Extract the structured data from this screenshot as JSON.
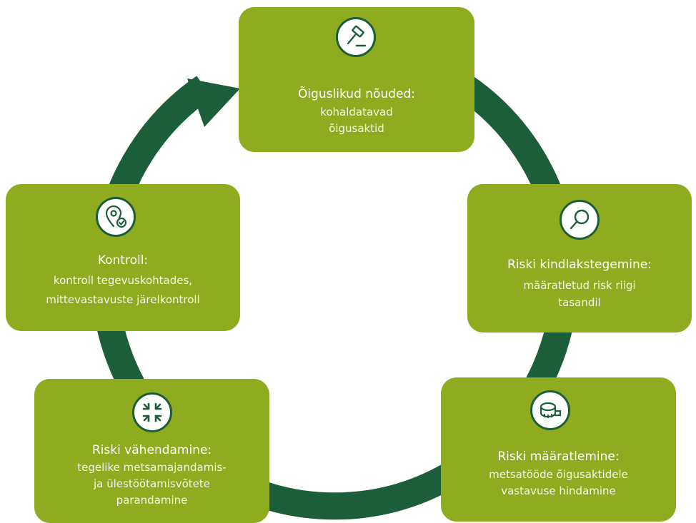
{
  "steps": [
    {
      "title": "Õiguslikud nõuded:",
      "desc": [
        "kohaldatavad",
        "õigusaktid"
      ],
      "icon": "gavel-icon"
    },
    {
      "title": "Riski kindlakstegemine:",
      "desc": [
        "määratletud risk riigi",
        "tasandil"
      ],
      "icon": "magnifier-icon"
    },
    {
      "title": "Riski määratlemine:",
      "desc": [
        "metsatööde õigusaktidele",
        "vastavuse hindamine"
      ],
      "icon": "tape-measure-icon"
    },
    {
      "title": "Riski vähendamine:",
      "desc": [
        "tegelike metsamajandamis-",
        "ja ülestöötamisvõtete",
        "parandamine"
      ],
      "icon": "minimize-arrows-icon"
    },
    {
      "title": "Kontroll:",
      "desc": [
        "kontroll tegevuskohtades,",
        "mittevastavuste järelkontroll"
      ],
      "icon": "location-check-icon"
    }
  ],
  "colors": {
    "box": "#8fab1f",
    "ring": "#1c5e3a",
    "text": "#ffffff"
  }
}
